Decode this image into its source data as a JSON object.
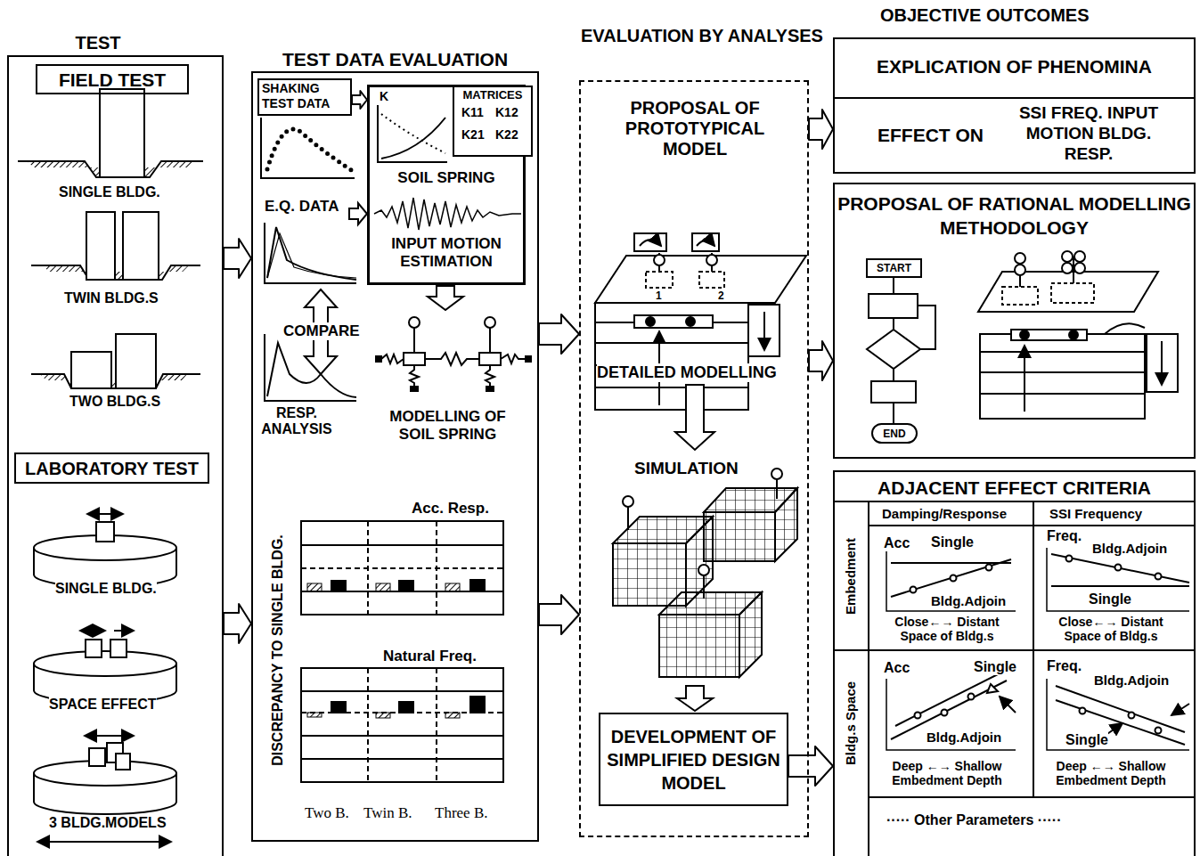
{
  "diagram": {
    "nodes": [
      {
        "text": [
          "TEST"
        ]
      },
      {
        "text": [
          "FIELD TEST"
        ],
        "in": 0
      },
      {
        "text": [
          "LABORATORY TEST"
        ],
        "in": 0
      },
      {
        "text": [
          "TEST DATA EVALUATION"
        ]
      },
      {
        "text": [
          "SHAKING TEST DATA"
        ],
        "in": 3
      },
      {
        "text": [
          "SOIL SPRING",
          "INPUT MOTION ESTIMATION"
        ],
        "in": 3
      },
      {
        "text": [
          "MATRICES"
        ],
        "in": 3
      },
      {
        "text": [
          "EVALUATION BY ANALYSES"
        ]
      },
      {
        "text": [
          "DEVELOPMENT OF SIMPLIFIED DESIGN MODEL"
        ],
        "in": 7
      },
      {
        "text": [
          "EXPLICATION OF PHENOMINA",
          "EFFECT ON",
          "SSI FREQ. INPUT MOTION BLDG. RESP."
        ]
      },
      {
        "text": [
          "PROPOSAL OF RATIONAL MODELLING METHODOLOGY"
        ]
      },
      {
        "text": [
          "START"
        ],
        "in": 10
      },
      {
        "text": [
          "END"
        ],
        "in": 10
      },
      {
        "text": [
          "ADJACENT EFFECT CRITERIA"
        ]
      }
    ],
    "edges": [
      {
        "from": 0,
        "to": 3,
        "arrow": "to"
      },
      {
        "from": 0,
        "to": 3,
        "arrow": "to"
      },
      {
        "from": 4,
        "to": 5,
        "arrow": "to"
      },
      {
        "from": 3,
        "to": 7,
        "arrow": "to"
      },
      {
        "from": 3,
        "to": 7,
        "arrow": "to"
      },
      {
        "from": 7,
        "to": 9,
        "arrow": "to"
      },
      {
        "from": 7,
        "to": 10,
        "arrow": "to"
      },
      {
        "from": 8,
        "to": 13,
        "arrow": "to"
      }
    ],
    "labels": [
      "SINGLE BLDG.",
      "TWIN BLDG.S",
      "TWO BLDG.S",
      "SINGLE BLDG.",
      "SPACE EFFECT",
      "3 BLDG.MODELS",
      "E.Q. DATA",
      "COMPARE",
      "RESP. ANALYSIS",
      "MODELLING OF SOIL SPRING",
      "K",
      "K11",
      "K12",
      "K21",
      "K22",
      "DISCREPANCY TO SINGLE BLDG.",
      "Acc. Resp.",
      "Natural Freq.",
      "Two B.",
      "Twin B.",
      "Three B.",
      "PROPOSAL OF PROTOTYPICAL MODEL",
      "1",
      "2",
      "DETAILED MODELLING",
      "SIMULATION",
      "OBJECTIVE OUTCOMES",
      "Damping/Response",
      "SSI Frequency",
      "Embedment",
      "Bldg.s Space",
      "Acc",
      "Single",
      "Bldg.Adjoin",
      "Close←→ Distant Space of Bldg.s",
      "Freq.",
      "Bldg.Adjoin",
      "Single",
      "Close←→ Distant Space of Bldg.s",
      "Acc",
      "Single",
      "Bldg.Adjoin",
      "Deep ←→ Shallow Embedment Depth",
      "Freq.",
      "Bldg.Adjoin",
      "Single",
      "Deep ←→ Shallow Embedment Depth",
      "····· Other Parameters ·····"
    ]
  }
}
